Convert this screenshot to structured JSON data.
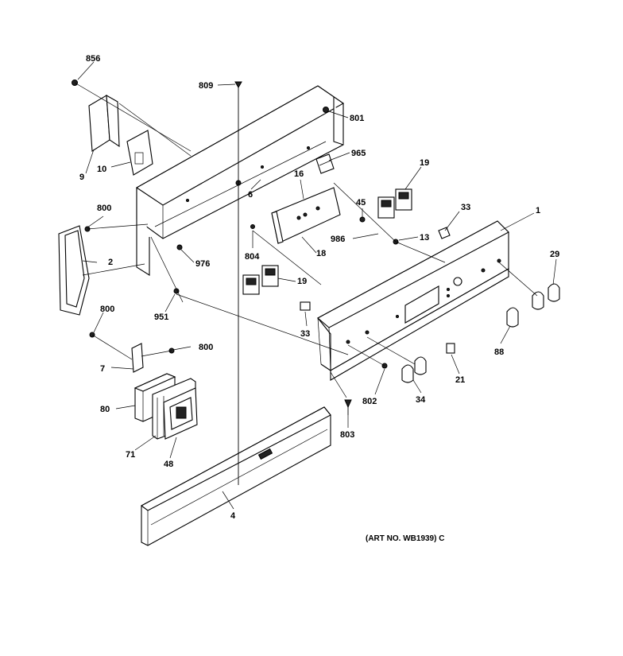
{
  "labels": {
    "l856": "856",
    "l809": "809",
    "l801": "801",
    "l965": "965",
    "l9": "9",
    "l10": "10",
    "l6": "6",
    "l16": "16",
    "l19a": "19",
    "l45": "45",
    "l33a": "33",
    "l1": "1",
    "l800a": "800",
    "l2": "2",
    "l976": "976",
    "l804": "804",
    "l18": "18",
    "l986": "986",
    "l13": "13",
    "l29": "29",
    "l19b": "19",
    "l800b": "800",
    "l951": "951",
    "l33b": "33",
    "l88": "88",
    "l7": "7",
    "l800c": "800",
    "l21": "21",
    "l802": "802",
    "l34": "34",
    "l80": "80",
    "l803": "803",
    "l71": "71",
    "l48": "48",
    "l4": "4"
  },
  "art_number": "(ART NO. WB1939) C"
}
